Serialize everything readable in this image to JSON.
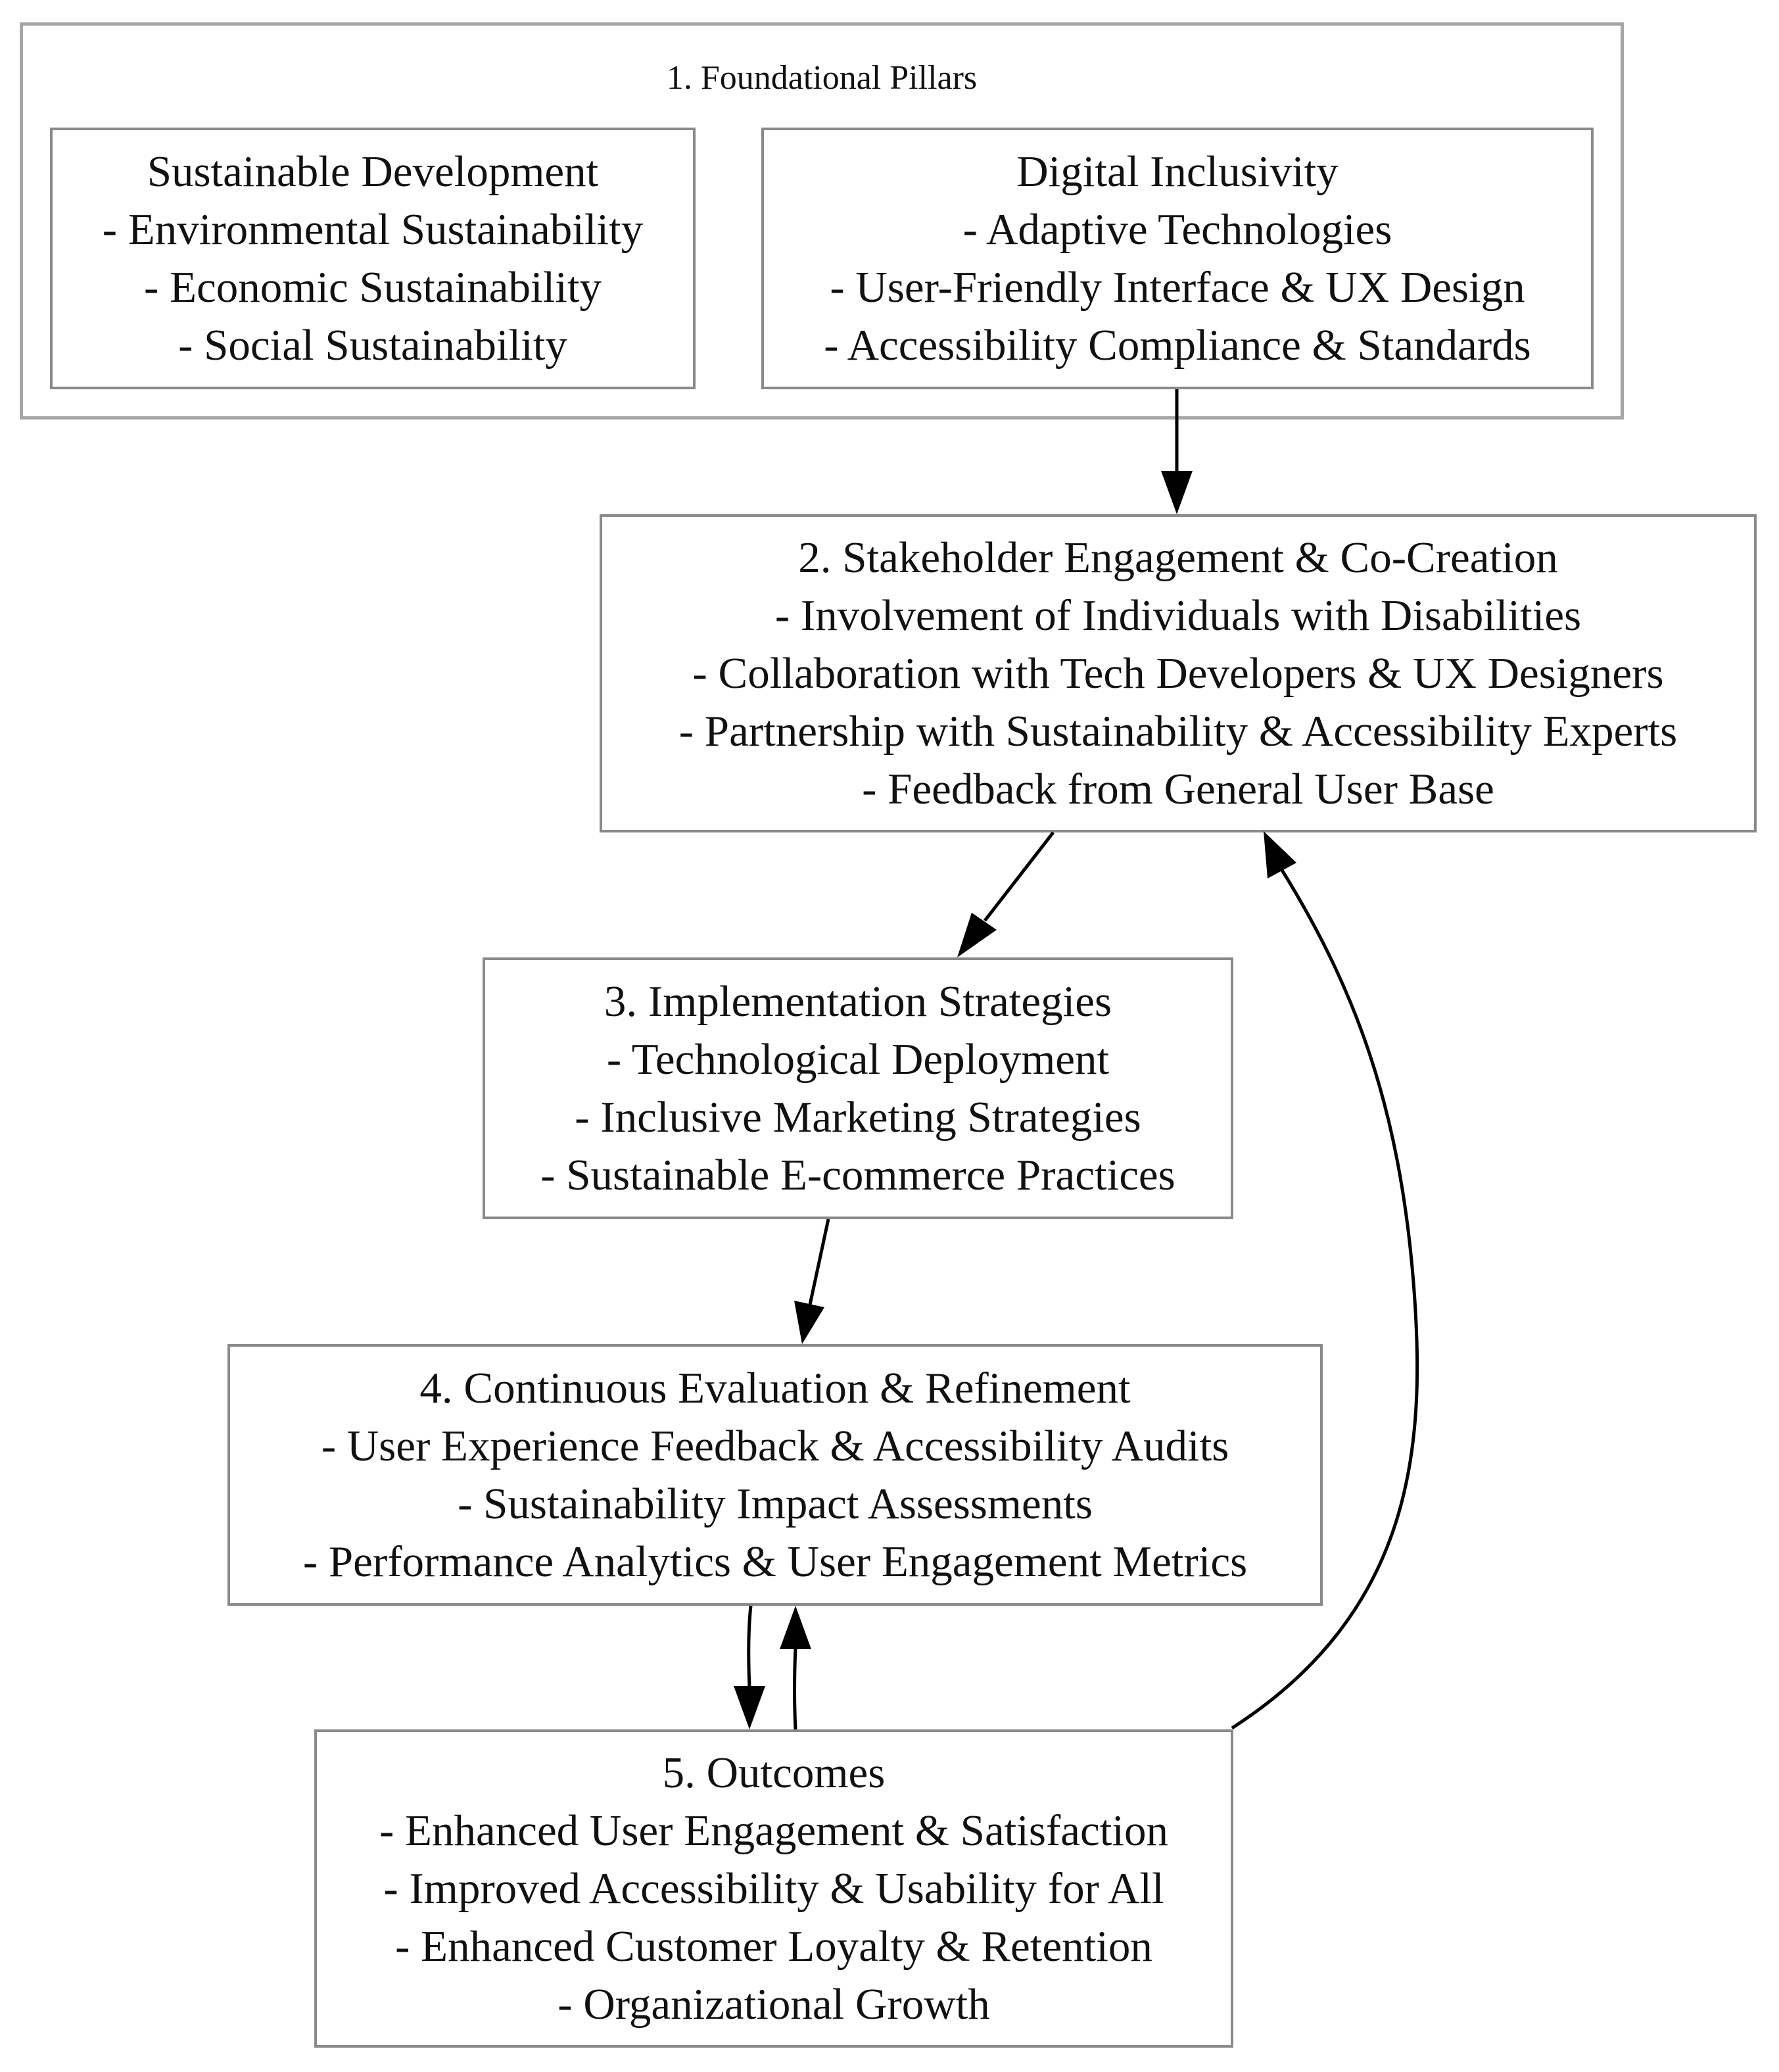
{
  "cluster": {
    "title": "1. Foundational Pillars"
  },
  "nodes": {
    "sustainable_development": {
      "lines": [
        "Sustainable Development",
        "- Environmental Sustainability",
        "- Economic Sustainability",
        "- Social Sustainability"
      ]
    },
    "digital_inclusivity": {
      "lines": [
        "Digital Inclusivity",
        "- Adaptive Technologies",
        "- User-Friendly Interface & UX Design",
        "- Accessibility Compliance & Standards"
      ]
    },
    "stakeholder_engagement": {
      "lines": [
        "2. Stakeholder Engagement & Co-Creation",
        "- Involvement of Individuals with Disabilities",
        "- Collaboration with Tech Developers & UX Designers",
        "- Partnership with Sustainability & Accessibility Experts",
        "- Feedback from General User Base"
      ]
    },
    "implementation_strategies": {
      "lines": [
        "3. Implementation Strategies",
        "- Technological Deployment",
        "- Inclusive Marketing Strategies",
        "- Sustainable E-commerce Practices"
      ]
    },
    "continuous_evaluation": {
      "lines": [
        "4. Continuous Evaluation & Refinement",
        "- User Experience Feedback & Accessibility Audits",
        "- Sustainability Impact Assessments",
        "- Performance Analytics & User Engagement Metrics"
      ]
    },
    "outcomes": {
      "lines": [
        "5. Outcomes",
        "- Enhanced User Engagement & Satisfaction",
        "- Improved Accessibility & Usability for All",
        "- Enhanced Customer Loyalty & Retention",
        "- Organizational Growth"
      ]
    }
  },
  "edges": [
    {
      "from": "digital_inclusivity",
      "to": "stakeholder_engagement"
    },
    {
      "from": "stakeholder_engagement",
      "to": "implementation_strategies"
    },
    {
      "from": "implementation_strategies",
      "to": "continuous_evaluation"
    },
    {
      "from": "continuous_evaluation",
      "to": "outcomes"
    },
    {
      "from": "outcomes",
      "to": "continuous_evaluation"
    },
    {
      "from": "outcomes",
      "to": "stakeholder_engagement"
    }
  ],
  "colors": {
    "node_border": "#8a8a8a",
    "cluster_border": "#a6a6a6",
    "edge": "#000000",
    "text": "#111111"
  }
}
